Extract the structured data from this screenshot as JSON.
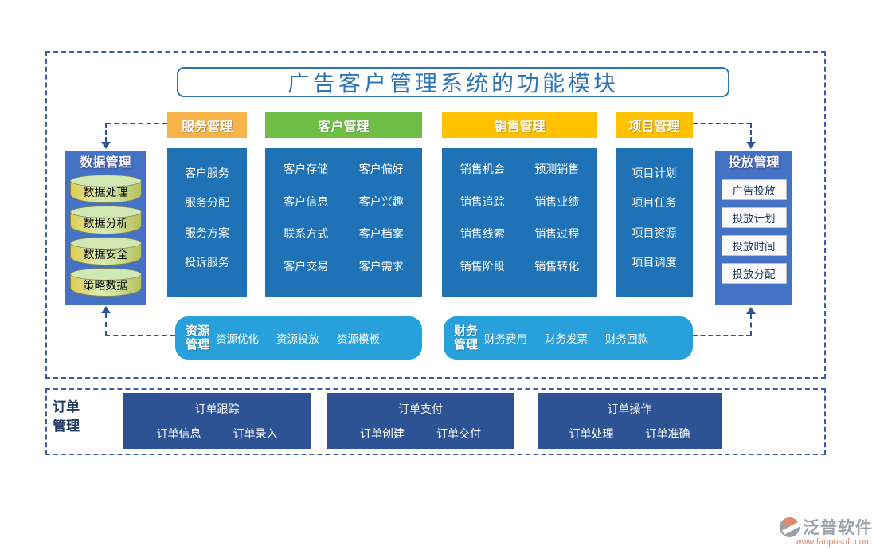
{
  "page": {
    "title": "广告客户管理系统的功能模块"
  },
  "headers": {
    "service": "服务管理",
    "customer": "客户管理",
    "sales": "销售管理",
    "project": "项目管理"
  },
  "data_mgmt": {
    "title": "数据管理",
    "items": [
      "数据处理",
      "数据分析",
      "数据安全",
      "策略数据"
    ]
  },
  "service_col": {
    "items": [
      "客户服务",
      "服务分配",
      "服务方案",
      "投诉服务"
    ]
  },
  "customer_col": {
    "items": [
      "客户存储",
      "客户偏好",
      "客户信息",
      "客户兴趣",
      "联系方式",
      "客户档案",
      "客户交易",
      "客户需求"
    ]
  },
  "sales_col": {
    "items": [
      "销售机会",
      "预测销售",
      "销售追踪",
      "销售业绩",
      "销售线索",
      "销售过程",
      "销售阶段",
      "销售转化"
    ]
  },
  "project_col": {
    "items": [
      "项目计划",
      "项目任务",
      "项目资源",
      "项目调度"
    ]
  },
  "placement_mgmt": {
    "title": "投放管理",
    "items": [
      "广告投放",
      "投放计划",
      "投放时间",
      "投放分配"
    ]
  },
  "resource_mgmt": {
    "label_line1": "资源",
    "label_line2": "管理",
    "items": [
      "资源优化",
      "资源投放",
      "资源模板"
    ]
  },
  "finance_mgmt": {
    "label_line1": "财务",
    "label_line2": "管理",
    "items": [
      "财务费用",
      "财务发票",
      "财务回款"
    ]
  },
  "order_mgmt": {
    "label_line1": "订单",
    "label_line2": "管理",
    "groups": [
      {
        "title": "订单跟踪",
        "items": [
          "订单信息",
          "订单录入"
        ]
      },
      {
        "title": "订单支付",
        "items": [
          "订单创建",
          "订单交付"
        ]
      },
      {
        "title": "订单操作",
        "items": [
          "订单处理",
          "订单准确"
        ]
      }
    ]
  },
  "logo": {
    "brand": "泛普软件",
    "site": "www.fanpusoft.com"
  },
  "colors": {
    "header_orange": "#F6B44B",
    "header_green": "#6EBE45",
    "header_yellow": "#FFC000",
    "column_blue": "#1F72B5",
    "side_box_blue": "#4472C4",
    "bar_light_blue": "#28A0DB",
    "order_navy": "#2E5394",
    "dashed_border_blue": "#3A5CA8",
    "title_blue": "#2E75B6"
  }
}
